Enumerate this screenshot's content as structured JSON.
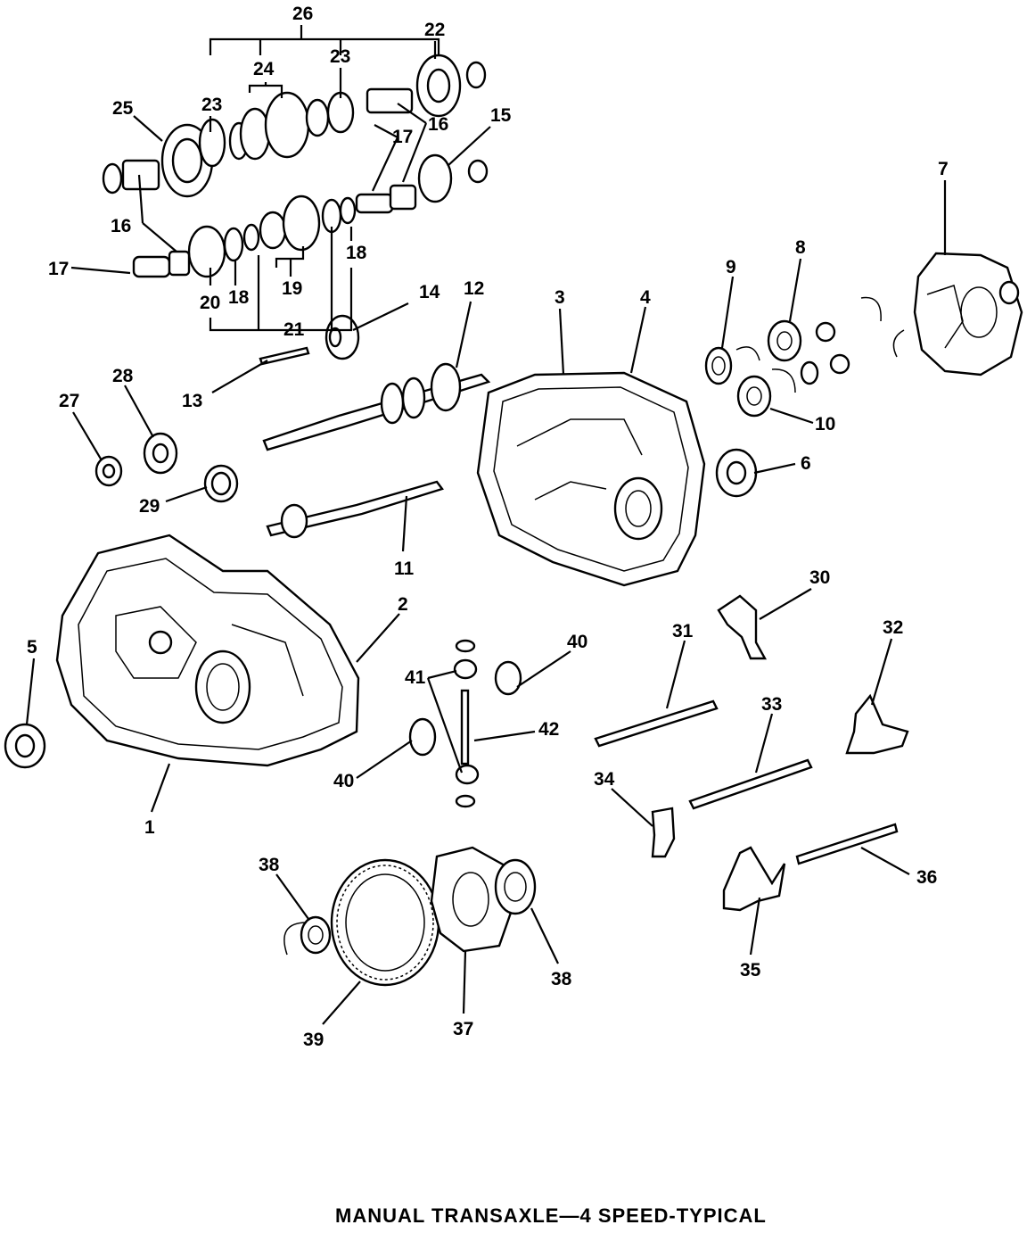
{
  "caption": "MANUAL TRANSAXLE—4 SPEED-TYPICAL",
  "callouts": {
    "c1": "1",
    "c2": "2",
    "c3": "3",
    "c4": "4",
    "c5": "5",
    "c6": "6",
    "c7": "7",
    "c8": "8",
    "c9": "9",
    "c10": "10",
    "c11": "11",
    "c12": "12",
    "c13": "13",
    "c14": "14",
    "c15": "15",
    "c16a": "16",
    "c16b": "16",
    "c17a": "17",
    "c17b": "17",
    "c18a": "18",
    "c18b": "18",
    "c19": "19",
    "c20": "20",
    "c21": "21",
    "c22": "22",
    "c23a": "23",
    "c23b": "23",
    "c24": "24",
    "c25": "25",
    "c26": "26",
    "c27": "27",
    "c28": "28",
    "c29": "29",
    "c30": "30",
    "c31": "31",
    "c32": "32",
    "c33": "33",
    "c34": "34",
    "c35": "35",
    "c36": "36",
    "c37": "37",
    "c38a": "38",
    "c38b": "38",
    "c39": "39",
    "c40a": "40",
    "c40b": "40",
    "c41": "41",
    "c42": "42"
  }
}
